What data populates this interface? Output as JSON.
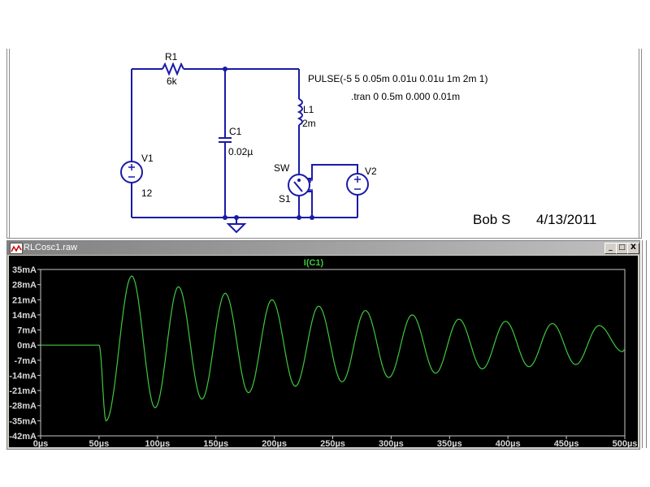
{
  "schematic": {
    "components": {
      "R1": {
        "name": "R1",
        "value": "6k"
      },
      "C1": {
        "name": "C1",
        "value": "0.02µ"
      },
      "L1": {
        "name": "L1",
        "value": "2m"
      },
      "V1": {
        "name": "V1",
        "value": "12"
      },
      "V2": {
        "name": "V2"
      },
      "S1": {
        "name": "S1",
        "model": "SW"
      }
    },
    "directives": {
      "pulse": "PULSE(-5 5 0.05m 0.01u 0.01u 1m 2m 1)",
      "tran": ".tran 0 0.5m 0.000 0.01m"
    },
    "signature": {
      "author": "Bob S",
      "date": "4/13/2011"
    },
    "wire_color": "#1a1aa6"
  },
  "waveform_window": {
    "title": "RLCosc1.raw",
    "buttons": {
      "minimize": "_",
      "maximize": "□",
      "close": "X"
    },
    "trace_color": "#3ec83e"
  },
  "chart_data": {
    "type": "line",
    "title": "",
    "legend": [
      "I(C1)"
    ],
    "xlabel": "",
    "ylabel": "",
    "x_unit": "µs",
    "y_unit": "mA",
    "xlim": [
      0,
      500
    ],
    "ylim": [
      -42,
      35
    ],
    "xticks": [
      0,
      50,
      100,
      150,
      200,
      250,
      300,
      350,
      400,
      450,
      500
    ],
    "xtick_labels": [
      "0µs",
      "50µs",
      "100µs",
      "150µs",
      "200µs",
      "250µs",
      "300µs",
      "350µs",
      "400µs",
      "450µs",
      "500µs"
    ],
    "yticks": [
      35,
      28,
      21,
      14,
      7,
      0,
      -7,
      -14,
      -21,
      -28,
      -35,
      -42
    ],
    "ytick_labels": [
      "35mA",
      "28mA",
      "21mA",
      "14mA",
      "7mA",
      "0mA",
      "-7mA",
      "-14mA",
      "-21mA",
      "-28mA",
      "-35mA",
      "-42mA"
    ],
    "grid": false,
    "series": [
      {
        "name": "I(C1)",
        "description": "zero until 50us, then damped oscillation, period ~40us",
        "x": [
          0,
          50,
          56,
          78,
          98,
          118,
          138,
          158,
          178,
          198,
          218,
          238,
          258,
          278,
          298,
          318,
          338,
          358,
          378,
          398,
          418,
          438,
          458,
          478,
          498,
          500
        ],
        "y": [
          0,
          0,
          -35,
          32,
          -29,
          27,
          -25,
          24,
          -22,
          21,
          -19,
          18,
          -17,
          16,
          -15,
          14,
          -13,
          12,
          -11,
          11,
          -10,
          10,
          -9,
          9,
          -3,
          -2
        ]
      }
    ]
  }
}
